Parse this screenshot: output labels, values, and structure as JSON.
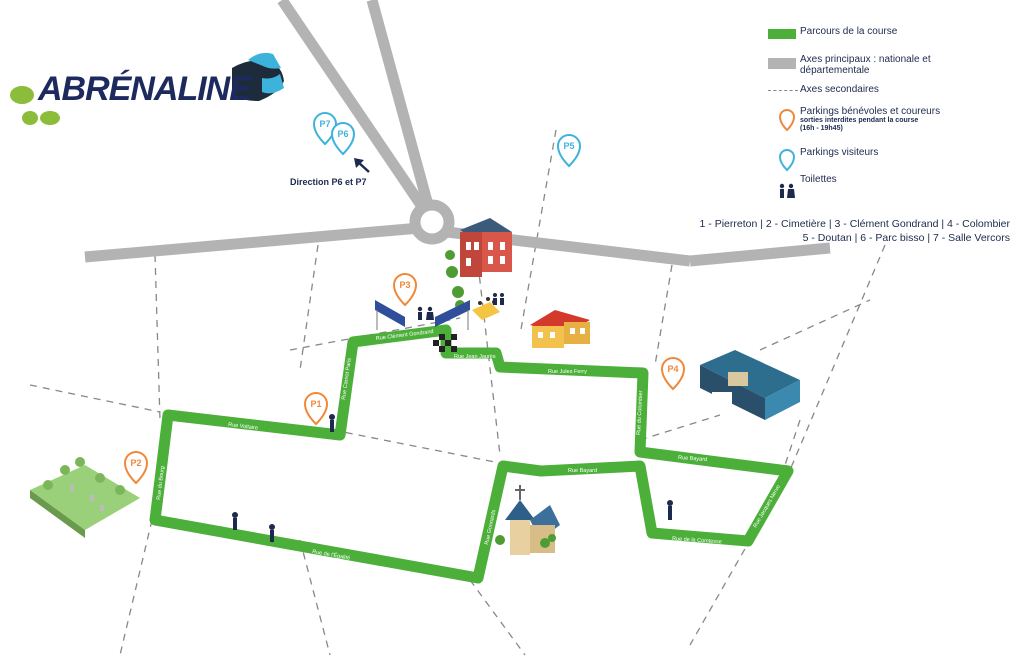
{
  "brand": {
    "logo_text": "ABRÉNALINE"
  },
  "legend": {
    "course": "Parcours de la course",
    "main_roads_line1": "Axes principaux : nationale et",
    "main_roads_line2": "départementale",
    "secondary_roads": "Axes secondaires",
    "parking_volunteers": "Parkings bénévoles et coureurs",
    "parking_volunteers_note1": "sorties interdites pendant la course",
    "parking_volunteers_note2": "(16h - 19h45)",
    "parking_visitors": "Parkings visiteurs",
    "toilets": "Toilettes"
  },
  "parking_names": {
    "line1": "1 - Pierreton | 2 - Cimetière | 3 - Clément Gondrand | 4 - Colombier",
    "line2": "5 - Doutan | 6 - Parc bisso | 7 - Salle Vercors"
  },
  "direction_label": "Direction P6 et P7",
  "markers": {
    "p1": "P1",
    "p2": "P2",
    "p3": "P3",
    "p4": "P4",
    "p5": "P5",
    "p6": "P6",
    "p7": "P7"
  },
  "streets": {
    "voltaire": "Rue Voltaire",
    "carnot": "Rue Carnot Paris",
    "gondrand": "Rue Clément Gondrand",
    "jean_jaures": "Rue Jean Jaurès",
    "jules_ferry": "Rue Jules Ferry",
    "colombier": "Rue du Colombier",
    "bayard_east": "Rue Bayard",
    "bayard": "Rue Bayard",
    "jacques_nervo": "Rue Jacques Nervo",
    "comtesse": "Rue de la Comtesse",
    "egalite": "Rue de l'Égalité",
    "bourg": "Rue du Bourg",
    "gonnards": "Rue Gonnards"
  },
  "colors": {
    "course": "#4caf3a",
    "main_road": "#b3b3b3",
    "minor_road": "#888888",
    "parking_volunteers": "#f0883a",
    "parking_visitors": "#3db3dc",
    "text": "#1d2a4d"
  }
}
